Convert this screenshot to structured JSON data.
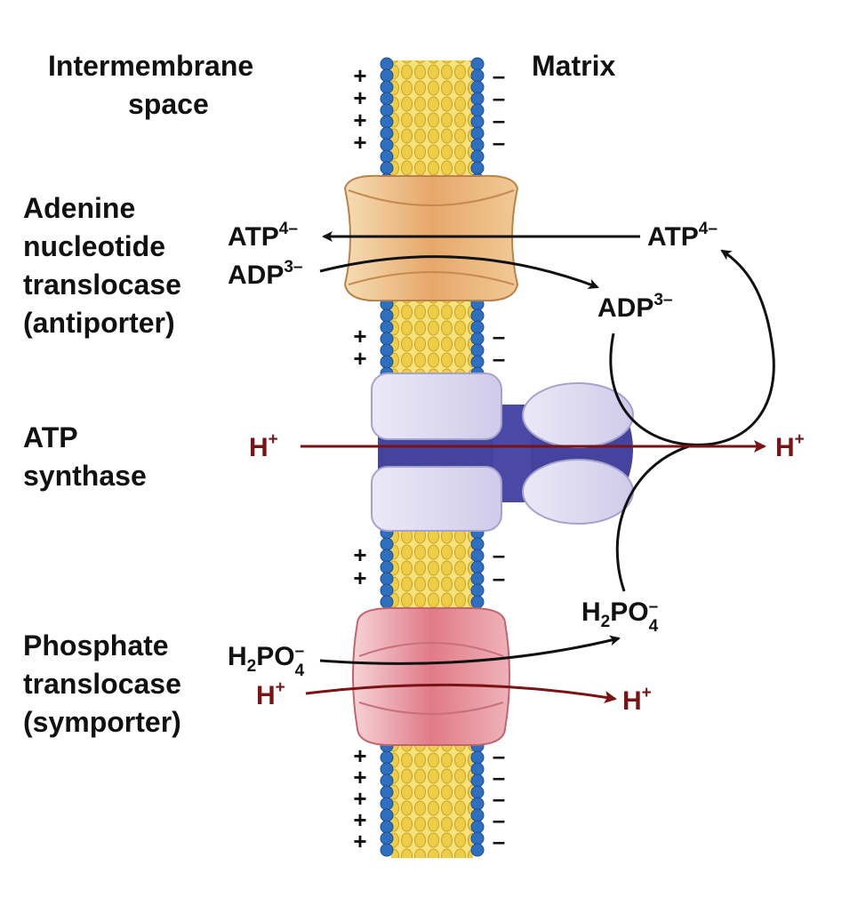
{
  "regions": {
    "left": [
      "Intermembrane",
      "space"
    ],
    "right": "Matrix"
  },
  "proteins": {
    "antiporter": [
      "Adenine",
      "nucleotide",
      "translocase",
      "(antiporter)"
    ],
    "synthase": [
      "ATP",
      "synthase"
    ],
    "symporter": [
      "Phosphate",
      "translocase",
      "(symporter)"
    ]
  },
  "molecules": {
    "atp": {
      "base": "ATP",
      "charge": "4–"
    },
    "adp": {
      "base": "ADP",
      "charge": "3–"
    },
    "h": {
      "base": "H",
      "charge": "+"
    },
    "phosphate": {
      "h": "H",
      "h_sub": "2",
      "po": "PO",
      "o_sub": "4",
      "charge": "–"
    }
  },
  "charges": {
    "positive": "+",
    "negative": "–"
  },
  "colors": {
    "proton_arrow": "#7a1414",
    "black_arrow": "#111111",
    "lipid_head": "#2f6fc0",
    "lipid_tail": "#f0d35a",
    "antiporter": "#e8b77e",
    "synthase_light": "#d9d6ee",
    "synthase_dark": "#44449f",
    "symporter": "#e48b95"
  }
}
